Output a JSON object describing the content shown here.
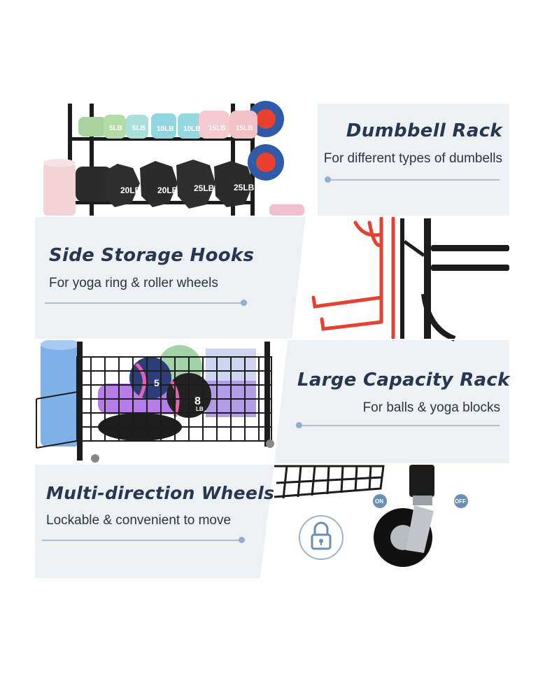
{
  "panels": [
    {
      "title": "Dumbbell Rack",
      "subtitle": "For different types of dumbells"
    },
    {
      "title": "Side Storage Hooks",
      "subtitle": "For yoga ring & roller wheels"
    },
    {
      "title": "Large Capacity Rack",
      "subtitle": "For balls & yoga blocks"
    },
    {
      "title": "Multi-direction Wheels",
      "subtitle": "Lockable & convenient to move"
    }
  ],
  "dumbbells_top": [
    "5LB",
    "5LB",
    "10LB",
    "10LB",
    "15LB",
    "15LB"
  ],
  "dumbbells_bottom": [
    "20LB",
    "20LB",
    "25LB",
    "25LB"
  ],
  "ball_labels": {
    "ball1": "5",
    "ball2_num": "8",
    "ball2_unit": "LB"
  },
  "wheel_labels": {
    "on": "ON",
    "off": "OFF"
  },
  "icons": [
    "lock-icon"
  ],
  "colors": {
    "accent": "#26374f",
    "panel_bg": "#eef1f4",
    "line": "#a9c1d6",
    "hook_red": "#e8402f"
  }
}
